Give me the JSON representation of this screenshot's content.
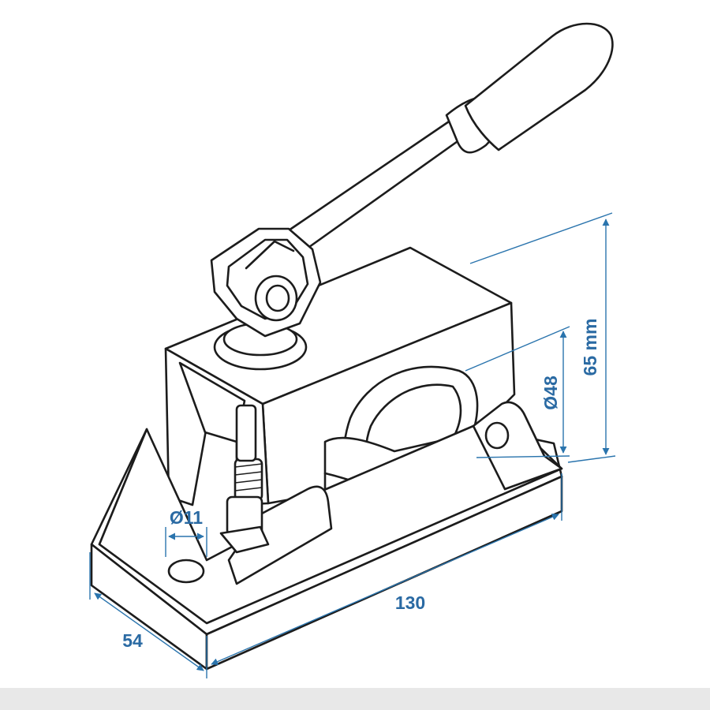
{
  "diagram": {
    "colors": {
      "line": "#1c1c1c",
      "dimension": "#2a74ad",
      "background": "#ffffff"
    },
    "dimensions": {
      "height": "65 mm",
      "tube_diameter": "Ø48",
      "bolt_hole_diameter": "Ø11",
      "length": "130",
      "width": "54"
    }
  }
}
